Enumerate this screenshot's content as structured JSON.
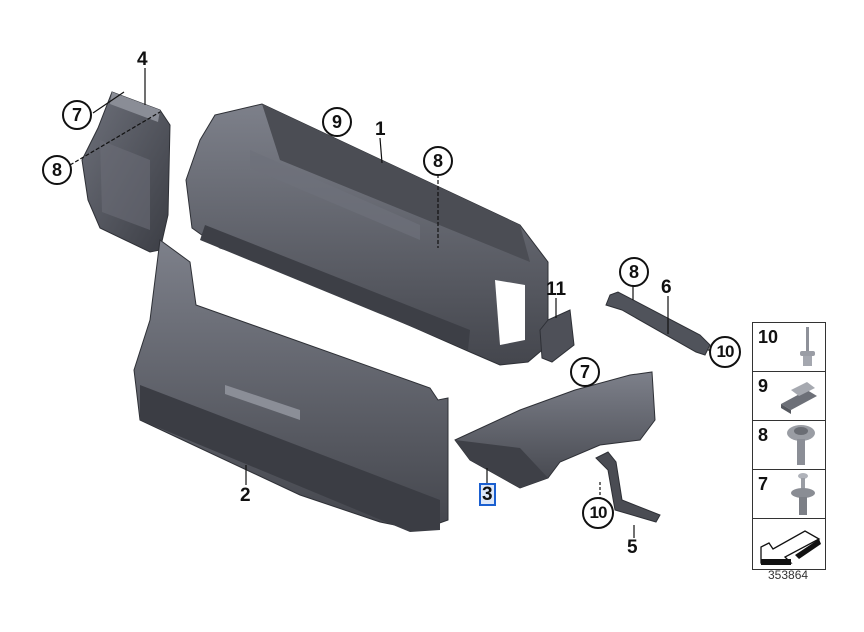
{
  "diagram": {
    "title": "Air duct / radiator support exploded parts diagram",
    "catalog_number": "353864",
    "callouts": [
      {
        "id": "1",
        "text": "1",
        "kind": "plain",
        "part": "upper air duct frame"
      },
      {
        "id": "2",
        "text": "2",
        "kind": "plain",
        "part": "lower air duct"
      },
      {
        "id": "3",
        "text": "3",
        "kind": "plain",
        "part": "right side air duct",
        "selected": true
      },
      {
        "id": "4",
        "text": "4",
        "kind": "plain",
        "part": "left side air duct"
      },
      {
        "id": "5",
        "text": "5",
        "kind": "plain",
        "part": "bracket"
      },
      {
        "id": "6",
        "text": "6",
        "kind": "plain",
        "part": "holder rail"
      },
      {
        "id": "11",
        "text": "11",
        "kind": "plain",
        "part": "cover plate"
      },
      {
        "id": "7a",
        "text": "7",
        "kind": "circled"
      },
      {
        "id": "8a",
        "text": "8",
        "kind": "circled"
      },
      {
        "id": "9",
        "text": "9",
        "kind": "circled"
      },
      {
        "id": "8b",
        "text": "8",
        "kind": "circled"
      },
      {
        "id": "8c",
        "text": "8",
        "kind": "circled"
      },
      {
        "id": "10a",
        "text": "10",
        "kind": "circled"
      },
      {
        "id": "7b",
        "text": "7",
        "kind": "circled"
      },
      {
        "id": "10b",
        "text": "10",
        "kind": "circled"
      }
    ],
    "legend": [
      {
        "num": "10",
        "icon": "rivet-icon"
      },
      {
        "num": "9",
        "icon": "clip-nut-icon"
      },
      {
        "num": "8",
        "icon": "flange-screw-icon"
      },
      {
        "num": "7",
        "icon": "expanding-rivet-icon"
      },
      {
        "num": "",
        "icon": "direction-arrow-icon"
      }
    ]
  },
  "colors": {
    "part_fill": "#5a5d66",
    "part_dark": "#3c3e45",
    "part_light": "#7b7e88",
    "selection": "#1a5fd0"
  }
}
